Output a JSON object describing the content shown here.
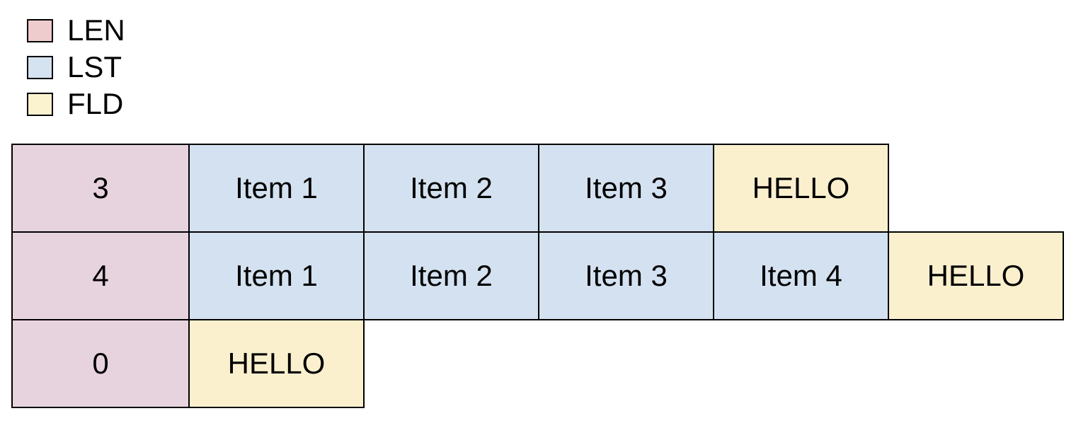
{
  "legend": {
    "items": [
      {
        "label": "LEN",
        "color": "#eeccce"
      },
      {
        "label": "LST",
        "color": "#d5e2f0"
      },
      {
        "label": "FLD",
        "color": "#fbf2cf"
      }
    ]
  },
  "diagram": {
    "border_color": "#000000",
    "cell_colors": {
      "LEN": "#e7d3de",
      "LST": "#d4e1f0",
      "FLD": "#fbf0ce"
    },
    "rows": [
      {
        "cells": [
          {
            "text": "3",
            "type": "LEN"
          },
          {
            "text": "Item 1",
            "type": "LST"
          },
          {
            "text": "Item 2",
            "type": "LST"
          },
          {
            "text": "Item 3",
            "type": "LST"
          },
          {
            "text": "HELLO",
            "type": "FLD"
          }
        ]
      },
      {
        "cells": [
          {
            "text": "4",
            "type": "LEN"
          },
          {
            "text": "Item 1",
            "type": "LST"
          },
          {
            "text": "Item 2",
            "type": "LST"
          },
          {
            "text": "Item 3",
            "type": "LST"
          },
          {
            "text": "Item 4",
            "type": "LST"
          },
          {
            "text": "HELLO",
            "type": "FLD"
          }
        ]
      },
      {
        "cells": [
          {
            "text": "0",
            "type": "LEN"
          },
          {
            "text": "HELLO",
            "type": "FLD"
          }
        ]
      }
    ]
  }
}
